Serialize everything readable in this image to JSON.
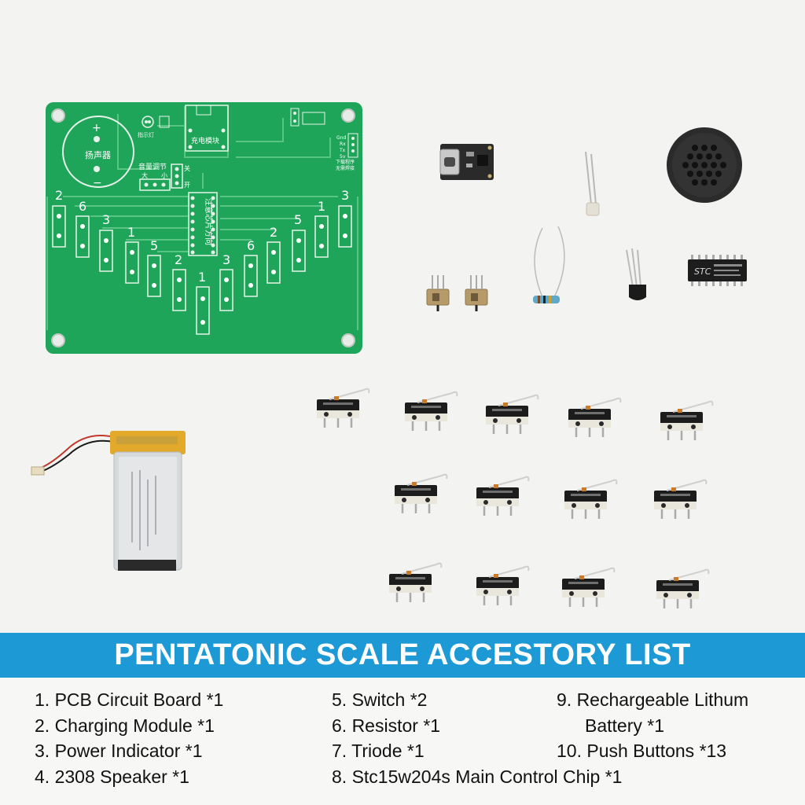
{
  "pcb": {
    "speaker_label": "扬声器",
    "plus": "+",
    "minus": "−",
    "chip_label": "注意芯片方向",
    "charge_label": "充电模块",
    "volume_label": "音量调节",
    "vol_big": "大",
    "vol_small": "小",
    "switch_off": "关",
    "switch_on": "开",
    "pin_gnd": "Gnd",
    "pin_rx": "Rx",
    "pin_tx": "Tx",
    "pin_vcc": "5v",
    "download_label": "下载程序",
    "download_sub": "无需焊接",
    "led_label": "指示灯",
    "key_numbers_left": [
      "2",
      "6",
      "3",
      "1",
      "5",
      "2",
      "3"
    ],
    "key_numbers_mid": "1",
    "key_numbers_right": [
      "6",
      "2",
      "5",
      "1",
      "3"
    ]
  },
  "chip": {
    "brand": "STC"
  },
  "banner": {
    "title": "PENTATONIC SCALE ACCESTORY LIST"
  },
  "list": {
    "col1": [
      "1. PCB Circuit Board *1",
      "2. Charging Module *1",
      "3. Power Indicator *1",
      "4. 2308 Speaker *1"
    ],
    "col2": [
      "5. Switch *2",
      "6. Resistor *1",
      "7. Triode *1",
      "8. Stc15w204s Main Control Chip *1"
    ],
    "col3_line1": "9.   Rechargeable Lithum",
    "col3_line2": "Battery *1",
    "col3_line3": "10. Push Buttons *13"
  },
  "colors": {
    "pcb_green": "#1fa55a",
    "banner_blue": "#1d9ad6",
    "battery_gold": "#e2a92a"
  }
}
